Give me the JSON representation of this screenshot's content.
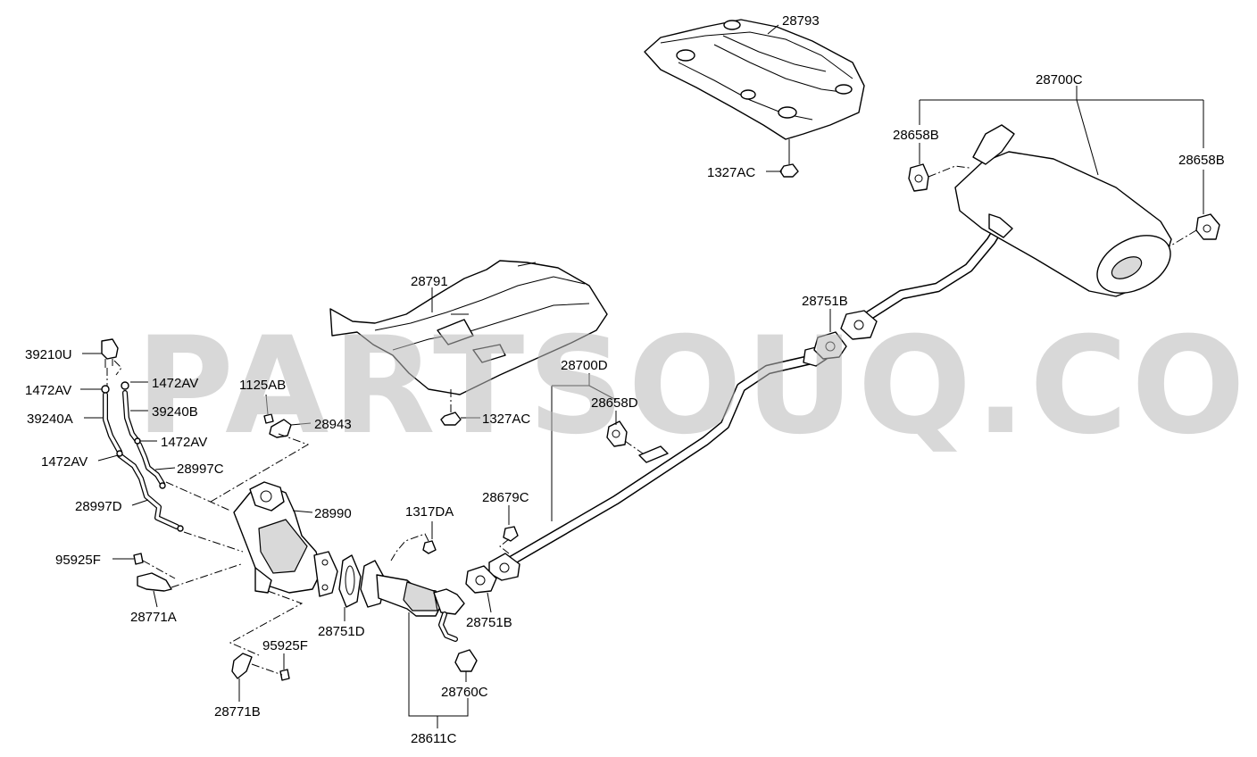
{
  "watermark": "PARTSOUQ.COM",
  "labels": {
    "p28793": "28793",
    "p28700C": "28700C",
    "p28658B_left": "28658B",
    "p28658B_right": "28658B",
    "p1327AC_top": "1327AC",
    "p28791": "28791",
    "p28751B_upper": "28751B",
    "p39210U": "39210U",
    "p1472AV_1": "1472AV",
    "p1472AV_2": "1472AV",
    "p1472AV_3": "1472AV",
    "p1472AV_4": "1472AV",
    "p39240A": "39240A",
    "p39240B": "39240B",
    "p1125AB": "1125AB",
    "p28943": "28943",
    "p1327AC_mid": "1327AC",
    "p28700D": "28700D",
    "p28658D": "28658D",
    "p28997C": "28997C",
    "p28997D": "28997D",
    "p28990": "28990",
    "p1317DA": "1317DA",
    "p28679C": "28679C",
    "p95925F_1": "95925F",
    "p28771A": "28771A",
    "p28751D": "28751D",
    "p28751B_lower": "28751B",
    "p95925F_2": "95925F",
    "p28760C": "28760C",
    "p28771B": "28771B",
    "p28611C": "28611C"
  }
}
